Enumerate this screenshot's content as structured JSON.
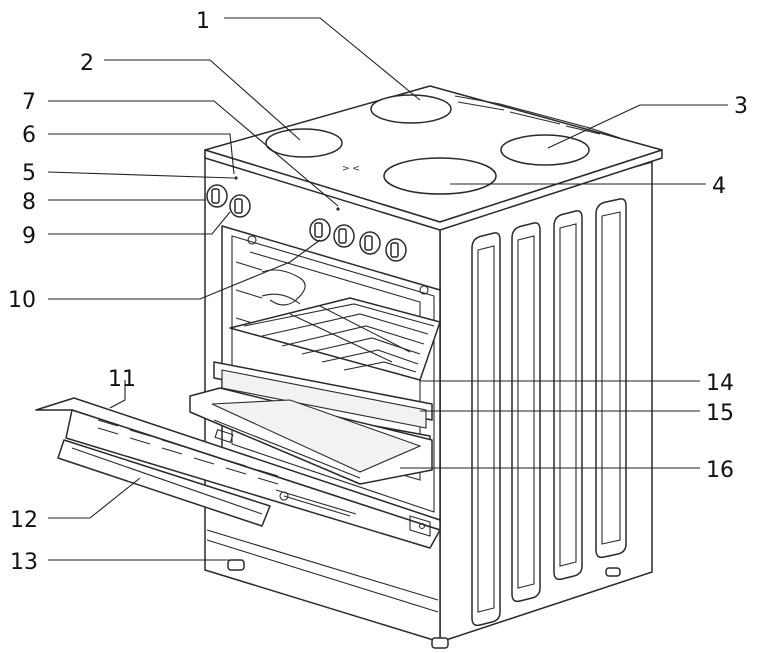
{
  "callouts": [
    {
      "id": "1",
      "text": "1"
    },
    {
      "id": "2",
      "text": "2"
    },
    {
      "id": "3",
      "text": "3"
    },
    {
      "id": "4",
      "text": "4"
    },
    {
      "id": "5",
      "text": "5"
    },
    {
      "id": "6",
      "text": "6"
    },
    {
      "id": "7",
      "text": "7"
    },
    {
      "id": "8",
      "text": "8"
    },
    {
      "id": "9",
      "text": "9"
    },
    {
      "id": "10",
      "text": "10"
    },
    {
      "id": "11",
      "text": "11"
    },
    {
      "id": "12",
      "text": "12"
    },
    {
      "id": "13",
      "text": "13"
    },
    {
      "id": "14",
      "text": "14"
    },
    {
      "id": "15",
      "text": "15"
    },
    {
      "id": "16",
      "text": "16"
    }
  ],
  "hob_mark": "> <"
}
